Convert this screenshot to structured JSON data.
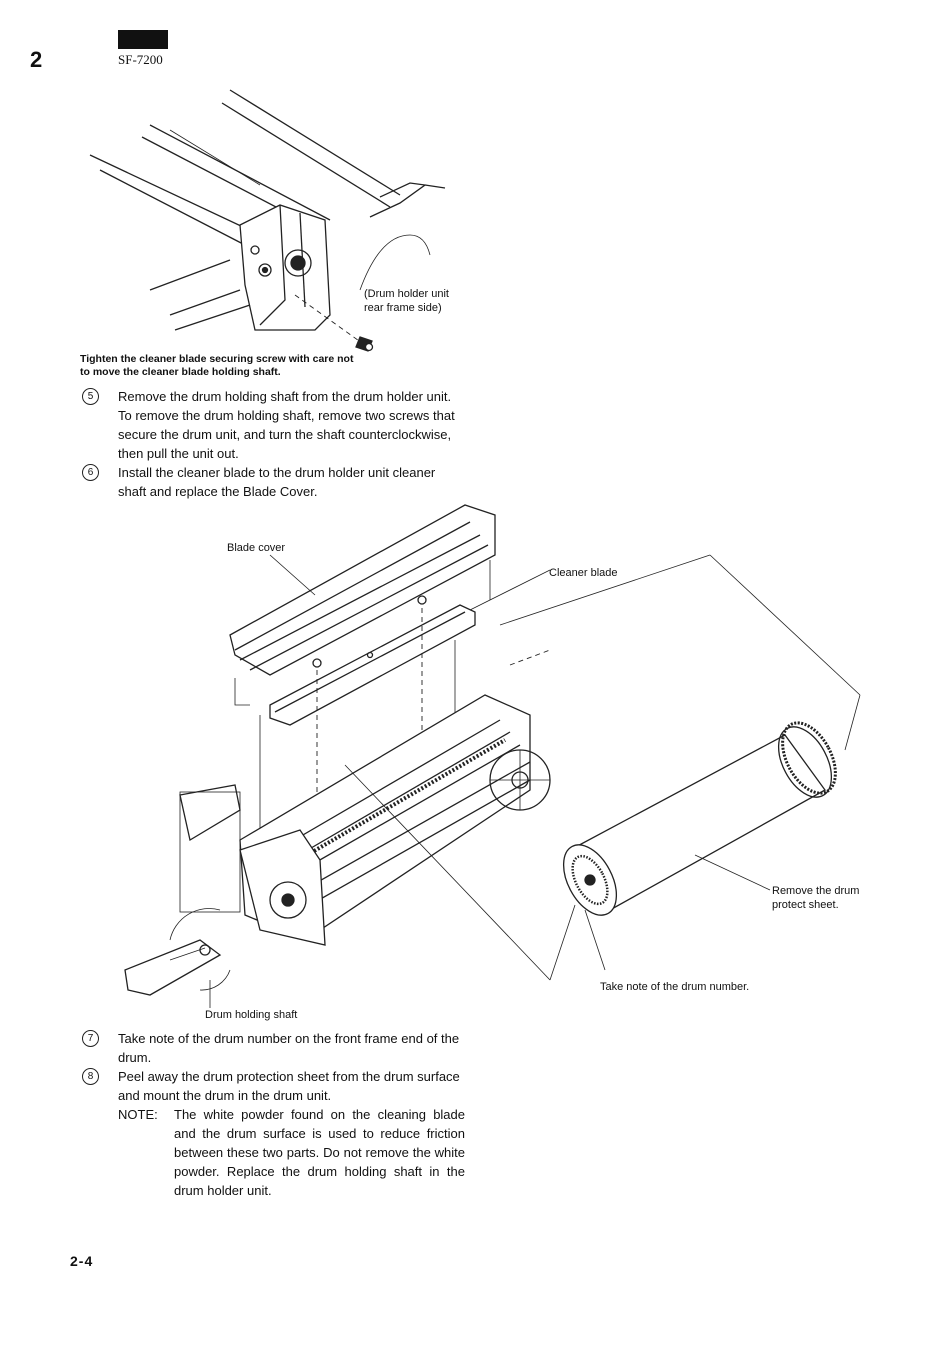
{
  "header": {
    "section_number": "2",
    "model": "SF-7200"
  },
  "figure1": {
    "callout_frame": "(Drum holder unit\nrear frame side)",
    "caption": "Tighten the cleaner blade securing screw with care not\nto move the cleaner blade holding shaft."
  },
  "steps": [
    {
      "number": "5",
      "text": "Remove the drum holding shaft from the drum holder unit. To remove the drum holding shaft, remove two screws that secure the drum unit, and turn the shaft counterclockwise, then pull the unit out."
    },
    {
      "number": "6",
      "text": "Install the cleaner blade to the drum holder unit cleaner shaft and replace the Blade Cover."
    },
    {
      "number": "7",
      "text": "Take note of the drum number on the front frame end of the drum."
    },
    {
      "number": "8",
      "text": "Peel away the drum protection sheet from the drum surface and mount the drum in the drum unit."
    }
  ],
  "figure2": {
    "blade_cover": "Blade cover",
    "cleaner_blade": "Cleaner blade",
    "remove_sheet": "Remove the drum\nprotect sheet.",
    "drum_number": "Take note of the drum number.",
    "drum_shaft": "Drum holding shaft"
  },
  "note": {
    "label": "NOTE:",
    "text": "The white powder found on the cleaning blade and the drum surface is used to reduce friction between these two parts. Do not remove the white powder. Replace the drum holding shaft in the drum holder unit."
  },
  "footer": {
    "page_number": "2-4"
  }
}
